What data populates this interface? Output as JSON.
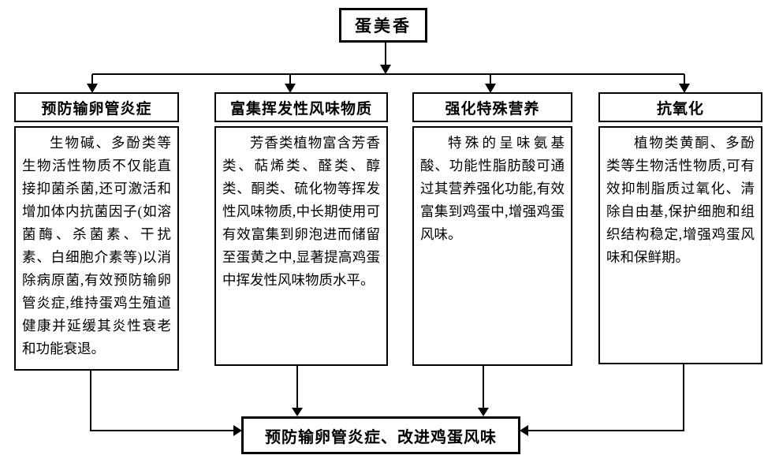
{
  "root": {
    "label": "蛋美香"
  },
  "branches": [
    {
      "header": "预防输卵管炎症",
      "body": "生物碱、多酚类等生物活性物质不仅能直接抑菌杀菌,还可激活和增加体内抗菌因子(如溶菌酶、杀菌素、干扰素、白细胞介素等)以消除病原菌,有效预防输卵管炎症,维持蛋鸡生殖道健康并延缓其炎性衰老和功能衰退。"
    },
    {
      "header": "富集挥发性风味物质",
      "body": "芳香类植物富含芳香类、萜烯类、醛类、醇类、酮类、硫化物等挥发性风味物质,中长期使用可有效富集到卵泡进而储留至蛋黄之中,显著提高鸡蛋中挥发性风味物质水平。"
    },
    {
      "header": "强化特殊营养",
      "body": "特殊的呈味氨基酸、功能性脂肪酸可通过其营养强化功能,有效富集到鸡蛋中,增强鸡蛋风味。"
    },
    {
      "header": "抗氧化",
      "body": "植物类黄酮、多酚类等生物活性物质,可有效抑制脂质过氧化、清除自由基,保护细胞和组织结构稳定,增强鸡蛋风味和保鲜期。"
    }
  ],
  "result": {
    "label": "预防输卵管炎症、改进鸡蛋风味"
  },
  "colors": {
    "line": "#000000",
    "text": "#000000",
    "background": "#ffffff"
  }
}
